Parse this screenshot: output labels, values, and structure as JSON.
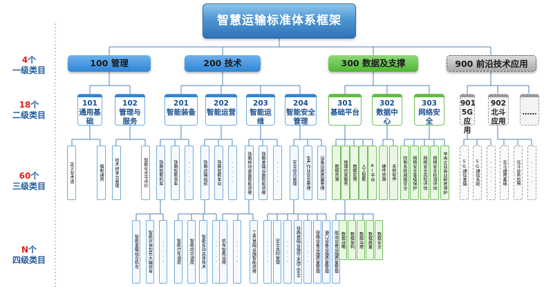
{
  "title": "智慧运输标准体系框架",
  "levels": [
    {
      "num": "4",
      "unit": "个",
      "name": "一级类目"
    },
    {
      "num": "18",
      "unit": "个",
      "name": "二级类目"
    },
    {
      "num": "60",
      "unit": "个",
      "name": "三级类目"
    },
    {
      "num": "N",
      "unit": "个",
      "name": "四级类目"
    }
  ],
  "colors": {
    "blue": "#2e86d6",
    "green": "#5cbf3e",
    "gray": "#9a9a9a",
    "line": "#4a7fb5",
    "label": "#1f5aa0",
    "label_num": "#e02020"
  },
  "level1": [
    {
      "label": "100 管理",
      "color": "blue"
    },
    {
      "label": "200 技术",
      "color": "blue"
    },
    {
      "label": "300 数据及支撑",
      "color": "green"
    },
    {
      "label": "900 前沿技术应用",
      "color": "gray"
    }
  ],
  "level2": [
    {
      "code": "101",
      "name": "通用基础",
      "color": "blue"
    },
    {
      "code": "102",
      "name": "管理与服务",
      "color": "blue"
    },
    {
      "code": "201",
      "name": "智能装备",
      "color": "blue"
    },
    {
      "code": "202",
      "name": "智能运营",
      "color": "blue"
    },
    {
      "code": "203",
      "name": "智能运维",
      "color": "blue"
    },
    {
      "code": "204",
      "name": "智能安全管理",
      "color": "blue"
    },
    {
      "code": "301",
      "name": "基础平台",
      "color": "green"
    },
    {
      "code": "302",
      "name": "数据中心",
      "color": "green"
    },
    {
      "code": "303",
      "name": "网络安全",
      "color": "green"
    },
    {
      "code": "901",
      "name": "5G应用",
      "color": "gray"
    },
    {
      "code": "902",
      "name": "北斗应用",
      "color": "gray"
    },
    {
      "code": "",
      "name": "……",
      "color": "gray"
    }
  ],
  "level3": [
    {
      "t": "定义及术语",
      "c": "white"
    },
    {
      "t": "编制通则",
      "c": "white"
    },
    {
      "t": "技术研发与管理",
      "c": "white"
    },
    {
      "t": "智能化水平评价",
      "c": "white"
    },
    {
      "t": "铁路智能机车",
      "c": "blue"
    },
    {
      "t": "铁路智能货车",
      "c": "blue"
    },
    {
      "t": "·····",
      "c": "blue"
    },
    {
      "t": "铁路运输组织",
      "c": "blue"
    },
    {
      "t": "铁路智能车站",
      "c": "blue"
    },
    {
      "t": "·····",
      "c": "blue"
    },
    {
      "t": "铁路移动装备智能运维",
      "c": "blue"
    },
    {
      "t": "铁路基础设施智能运维",
      "c": "blue"
    },
    {
      "t": "·····",
      "c": "blue"
    },
    {
      "t": "安全综合管理",
      "c": "blue"
    },
    {
      "t": "生产作业安全管理",
      "c": "blue"
    },
    {
      "t": "设备设施质量管理",
      "c": "blue"
    },
    {
      "t": "数据资源",
      "c": "green"
    },
    {
      "t": "地理信息服务",
      "c": "green"
    },
    {
      "t": "数据应用",
      "c": "green"
    },
    {
      "t": "人工智能",
      "c": "green"
    },
    {
      "t": "AI平台",
      "c": "green"
    },
    {
      "t": "硬件资源",
      "c": "green"
    },
    {
      "t": "系统软件",
      "c": "green"
    },
    {
      "t": "控制系统网络安全",
      "c": "green"
    },
    {
      "t": "网络安全等级保护",
      "c": "green"
    },
    {
      "t": "网络安全风险评估",
      "c": "green"
    },
    {
      "t": "网络安全检测评估",
      "c": "green"
    },
    {
      "t": "中央企业商业秘密保护",
      "c": "green"
    },
    {
      "t": "5G通信基础",
      "c": "gray"
    },
    {
      "t": "5G通信系统",
      "c": "gray"
    },
    {
      "t": "·····",
      "c": "gray"
    },
    {
      "t": "北斗通用基础",
      "c": "gray"
    },
    {
      "t": "北斗业务应用",
      "c": "gray"
    },
    {
      "t": "·····",
      "c": "gray"
    }
  ],
  "level4": [
    {
      "t": "智能重载组合机车",
      "c": "blue"
    },
    {
      "t": "智能环保型长大编组车",
      "c": "blue"
    },
    {
      "t": "·····",
      "c": "blue"
    },
    {
      "t": "智能行车调度",
      "c": "blue"
    },
    {
      "t": "智能综合调度",
      "c": "blue"
    },
    {
      "t": "智能车站总体技术",
      "c": "blue"
    },
    {
      "t": "·····",
      "c": "blue"
    },
    {
      "t": "机车智能运维",
      "c": "blue"
    },
    {
      "t": "·····",
      "c": "blue"
    },
    {
      "t": "工务基础设施智能运维",
      "c": "blue"
    },
    {
      "t": "·····",
      "c": "blue"
    },
    {
      "t": "安全风险管理",
      "c": "blue"
    },
    {
      "t": "·····",
      "c": "blue"
    },
    {
      "t": "铁路基础设施作业施工安全",
      "c": "blue"
    },
    {
      "t": "·····",
      "c": "blue"
    },
    {
      "t": "铁路设备设施质量管理",
      "c": "blue"
    },
    {
      "t": "港口设备设施质量管理",
      "c": "blue"
    },
    {
      "t": "航运设备设施质量管理",
      "c": "blue"
    },
    {
      "t": "数据战略",
      "c": "green"
    },
    {
      "t": "数据架构",
      "c": "green"
    },
    {
      "t": "数据治理",
      "c": "green"
    },
    {
      "t": "数据质量",
      "c": "green"
    },
    {
      "t": "数据安全",
      "c": "green"
    }
  ]
}
